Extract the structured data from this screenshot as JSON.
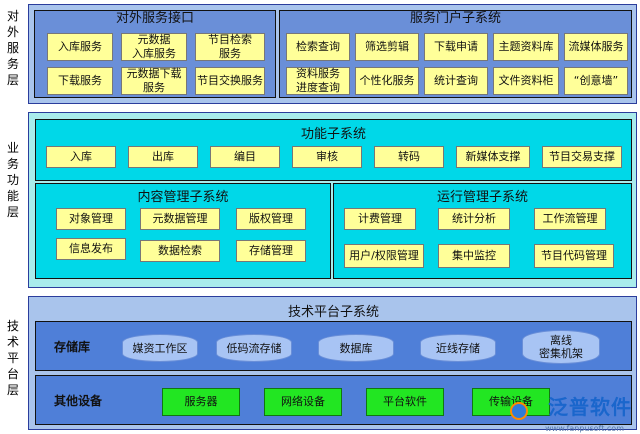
{
  "layers": {
    "top": "对外服务层",
    "middle": "业务功能层",
    "bottom": "技术平台层"
  },
  "external": {
    "title": "对外服务接口",
    "items": [
      "入库服务",
      "元数据\n入库服务",
      "节目检索\n服务",
      "下载服务",
      "元数据下载\n服务",
      "节目交换服务"
    ]
  },
  "portal": {
    "title": "服务门户子系统",
    "items": [
      "检索查询",
      "筛选剪辑",
      "下载申请",
      "主题资料库",
      "流媒体服务",
      "资料服务\n进度查询",
      "个性化服务",
      "统计查询",
      "文件资料柜",
      "“创意墙”"
    ]
  },
  "function": {
    "title": "功能子系统",
    "items": [
      "入库",
      "出库",
      "编目",
      "审核",
      "转码",
      "新媒体支撑",
      "节目交易支撑"
    ]
  },
  "content": {
    "title": "内容管理子系统",
    "items": [
      "对象管理",
      "元数据管理",
      "版权管理",
      "信息发布",
      "数据检索",
      "存储管理"
    ]
  },
  "operation": {
    "title": "运行管理子系统",
    "items": [
      "计费管理",
      "统计分析",
      "工作流管理",
      "用户/权限管理",
      "集中监控",
      "节目代码管理"
    ]
  },
  "tech": {
    "title": "技术平台子系统",
    "storage_label": "存储库",
    "storage_items": [
      "媒资工作区",
      "低码流存储",
      "数据库",
      "近线存储",
      "离线\n密集机架"
    ],
    "device_label": "其他设备",
    "device_items": [
      "服务器",
      "网络设备",
      "平台软件",
      "传输设备"
    ]
  },
  "logo": {
    "text": "泛普软件",
    "url": "www.fanpusoft.com"
  }
}
